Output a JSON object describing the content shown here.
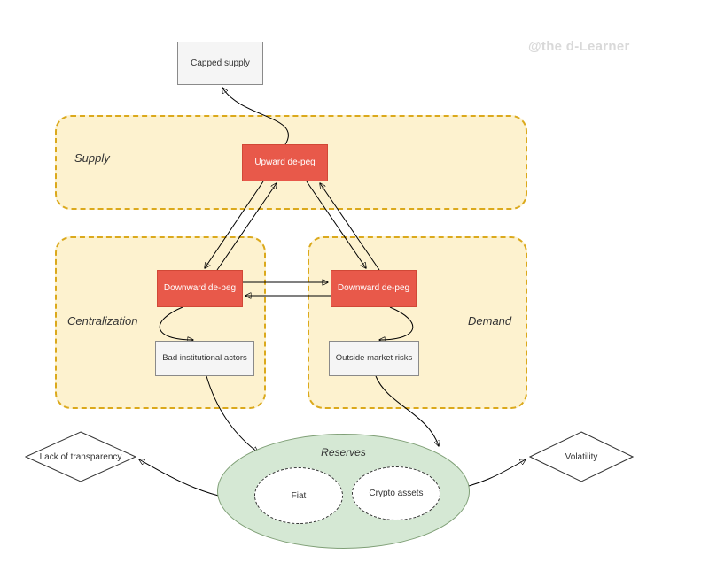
{
  "watermark": "@the d-Learner",
  "colors": {
    "region_fill": "#fdf2cf",
    "region_border": "#dba91c",
    "depeg_fill": "#e8594a",
    "depeg_text": "#ffffff",
    "gray_node_fill": "#f5f5f5",
    "reserves_fill": "#d5e8d4",
    "arrow": "#000000",
    "watermark_text": "#d9d9d9"
  },
  "regions": {
    "supply": {
      "label": "Supply"
    },
    "centralization": {
      "label": "Centralization"
    },
    "demand": {
      "label": "Demand"
    }
  },
  "nodes": {
    "capped_supply": {
      "label": "Capped supply",
      "shape": "rectangle"
    },
    "upward_depeg": {
      "label": "Upward de-peg",
      "shape": "rectangle"
    },
    "downward_depeg_centralization": {
      "label": "Downward de-peg",
      "shape": "rectangle"
    },
    "downward_depeg_demand": {
      "label": "Downward de-peg",
      "shape": "rectangle"
    },
    "bad_institutional_actors": {
      "label": "Bad institutional actors",
      "shape": "rectangle"
    },
    "outside_market_risks": {
      "label": "Outside market risks",
      "shape": "rectangle"
    },
    "reserves": {
      "label": "Reserves",
      "shape": "ellipse"
    },
    "fiat": {
      "label": "Fiat",
      "shape": "dashed-ellipse"
    },
    "crypto_assets": {
      "label": "Crypto assets",
      "shape": "dashed-ellipse"
    },
    "lack_of_transparency": {
      "label": "Lack of transparency",
      "shape": "diamond"
    },
    "volatility": {
      "label": "Volatility",
      "shape": "diamond"
    }
  },
  "edges": [
    {
      "from": "upward_depeg",
      "to": "capped_supply"
    },
    {
      "from": "upward_depeg",
      "to": "downward_depeg_centralization"
    },
    {
      "from": "downward_depeg_centralization",
      "to": "upward_depeg"
    },
    {
      "from": "upward_depeg",
      "to": "downward_depeg_demand"
    },
    {
      "from": "downward_depeg_demand",
      "to": "upward_depeg"
    },
    {
      "from": "downward_depeg_centralization",
      "to": "downward_depeg_demand"
    },
    {
      "from": "downward_depeg_demand",
      "to": "downward_depeg_centralization"
    },
    {
      "from": "downward_depeg_centralization",
      "to": "bad_institutional_actors"
    },
    {
      "from": "downward_depeg_demand",
      "to": "outside_market_risks"
    },
    {
      "from": "bad_institutional_actors",
      "to": "reserves"
    },
    {
      "from": "outside_market_risks",
      "to": "reserves"
    },
    {
      "from": "reserves",
      "to": "lack_of_transparency"
    },
    {
      "from": "crypto_assets",
      "to": "volatility"
    }
  ]
}
